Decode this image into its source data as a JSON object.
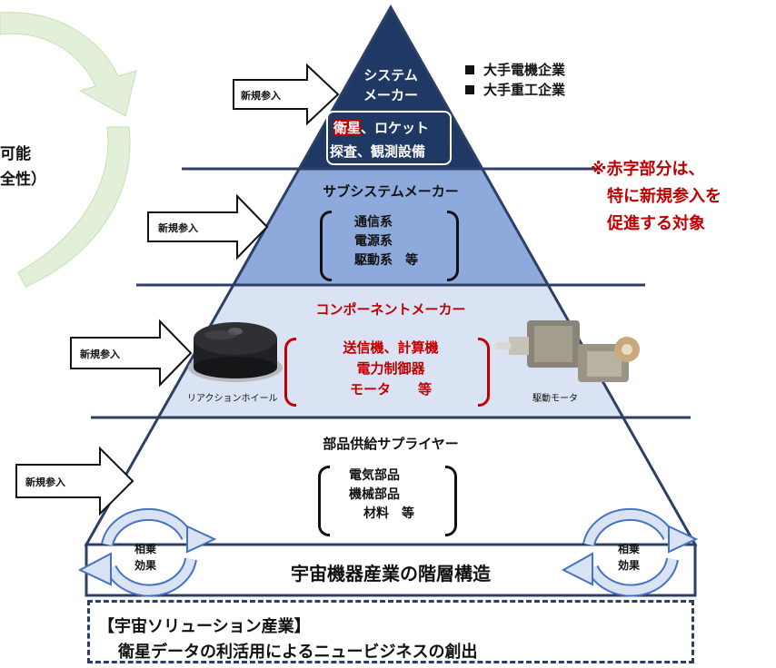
{
  "left_partial": {
    "line1": "可能",
    "line2": "全性）"
  },
  "tier_top": {
    "title_line1": "システム",
    "title_line2": "メーカー",
    "box_line1_red": "衛星",
    "box_line1_rest": "、ロケット",
    "box_line2": "探査、観測設備",
    "companies": [
      "大手電機企業",
      "大手重工企業"
    ]
  },
  "tier_subsystem": {
    "title": "サブシステムメーカー",
    "items": [
      "通信系",
      "電源系",
      "駆動系　等"
    ]
  },
  "tier_component": {
    "title": "コンポーネントメーカー",
    "items": [
      "送信機、計算機",
      "電力制御器",
      "モータ　　等"
    ],
    "photo_left_caption": "リアクションホイール",
    "photo_right_caption": "駆動モータ"
  },
  "tier_parts": {
    "title": "部品供給サプライヤー",
    "items": [
      "電気部品",
      "機械部品",
      "材料　等"
    ]
  },
  "entry_label": "新規参入",
  "note": [
    "※赤字部分は、",
    "特に新規参入を",
    "促進する対象"
  ],
  "synergy": [
    "相乗",
    "効果"
  ],
  "structure_title": "宇宙機器産業の階層構造",
  "solution": {
    "line1": "【宇宙ソリューション産業】",
    "line2": "衛星データの利活用によるニュービジネスの創出"
  },
  "colors": {
    "top_tier": "#1f3864",
    "subsystem_tier": "#8ea9db",
    "component_tier": "#dae3f3",
    "parts_tier": "#ffffff",
    "outline": "#2d3f66",
    "accent_red": "#c00000",
    "cycle_green": "#e2efd9"
  }
}
